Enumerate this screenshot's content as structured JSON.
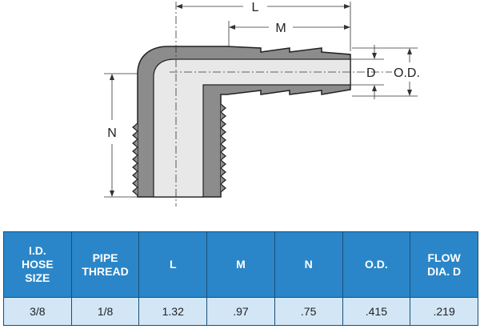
{
  "dimensions": {
    "length": "L",
    "barb_length": "M",
    "flow_diameter": "D",
    "outside_diameter": "O.D.",
    "thread_height": "N"
  },
  "table": {
    "headers": [
      "I.D.\nHOSE\nSIZE",
      "PIPE\nTHREAD",
      "L",
      "M",
      "N",
      "O.D.",
      "FLOW\nDIA. D"
    ],
    "rows": [
      [
        "3/8",
        "1/8",
        "1.32",
        ".97",
        ".75",
        ".415",
        ".219"
      ]
    ]
  },
  "colors": {
    "body": "#8c8c8c",
    "bore": "#e8e8e8",
    "header_bg": "#2a86c8",
    "row_bg": "#d2e6f6",
    "border": "#1a4f78"
  }
}
